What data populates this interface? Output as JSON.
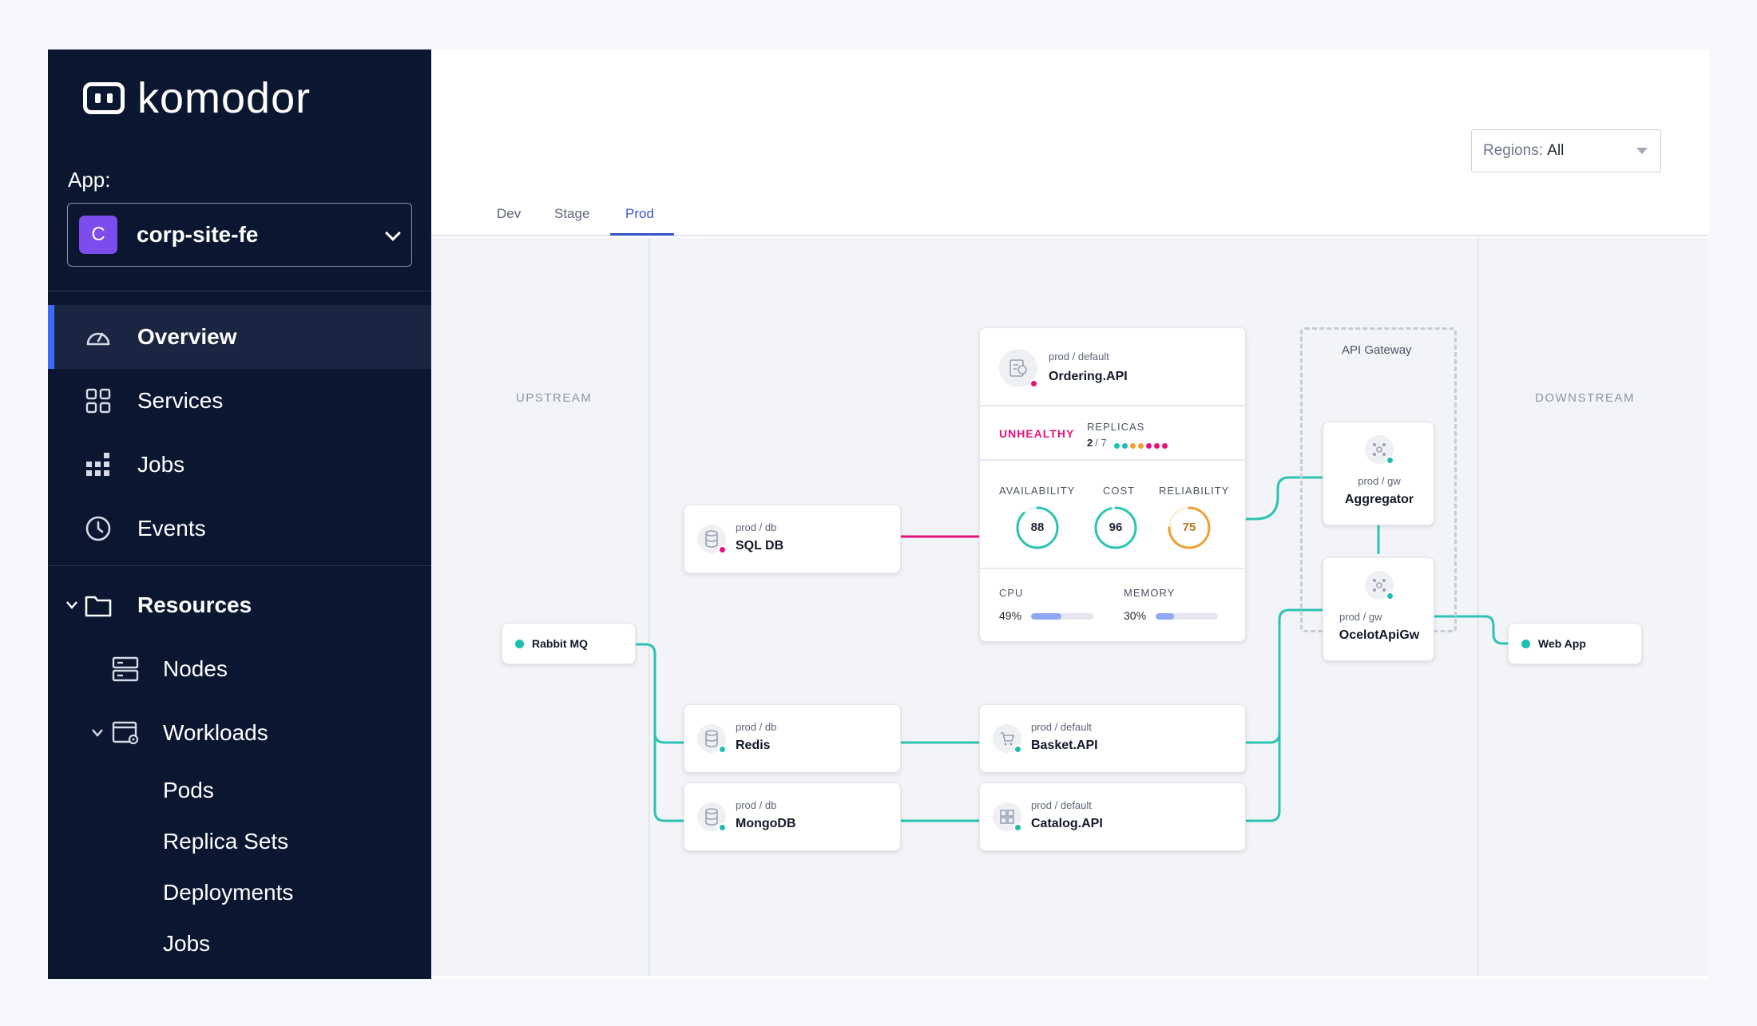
{
  "brand": {
    "name": "komodor"
  },
  "app": {
    "label": "App:",
    "avatar_letter": "C",
    "selected": "corp-site-fe",
    "avatar_color": "#7c4dec"
  },
  "nav": {
    "overview": "Overview",
    "services": "Services",
    "jobs": "Jobs",
    "events": "Events",
    "resources": "Resources",
    "nodes": "Nodes",
    "workloads": "Workloads",
    "pods": "Pods",
    "replica_sets": "Replica Sets",
    "deployments": "Deployments",
    "workload_jobs": "Jobs"
  },
  "tabs": {
    "dev": "Dev",
    "stage": "Stage",
    "prod": "Prod",
    "active": "Prod"
  },
  "regions": {
    "label": "Regions:",
    "value": "All"
  },
  "map": {
    "upstream": "UPSTREAM",
    "downstream": "DOWNSTREAM",
    "rabbit": "Rabbit MQ",
    "webapp": "Web App",
    "sqldb": {
      "ns": "prod / db",
      "name": "SQL DB",
      "status": "unhealthy"
    },
    "redis": {
      "ns": "prod / db",
      "name": "Redis",
      "status": "healthy"
    },
    "mongodb": {
      "ns": "prod / db",
      "name": "MongoDB",
      "status": "healthy"
    },
    "ordering": {
      "ns": "prod / default",
      "name": "Ordering.API",
      "health": "UNHEALTHY",
      "replicas_label": "REPLICAS",
      "replicas_current": "2",
      "replicas_total": "/ 7",
      "availability_label": "AVAILABILITY",
      "cost_label": "COST",
      "reliability_label": "RELIABILITY",
      "availability": 88,
      "cost": 96,
      "reliability": 75,
      "cpu_label": "CPU",
      "memory_label": "MEMORY",
      "cpu": "49%",
      "memory": "30%",
      "cpu_value": 0.49,
      "memory_value": 0.3
    },
    "basket": {
      "ns": "prod / default",
      "name": "Basket.API",
      "status": "healthy"
    },
    "catalog": {
      "ns": "prod / default",
      "name": "Catalog.API",
      "status": "healthy"
    },
    "gateway": {
      "title": "API Gateway"
    },
    "aggregator": {
      "ns": "prod / gw",
      "name": "Aggregator",
      "status": "healthy"
    },
    "ocelot": {
      "ns": "prod / gw",
      "name": "OcelotApiGw",
      "status": "healthy"
    }
  },
  "colors": {
    "accent": "#3d6bff",
    "healthy": "#1fbfae",
    "unhealthy": "#e4127a",
    "warning": "#f0a030",
    "sidebar_bg": "#0b1631"
  }
}
